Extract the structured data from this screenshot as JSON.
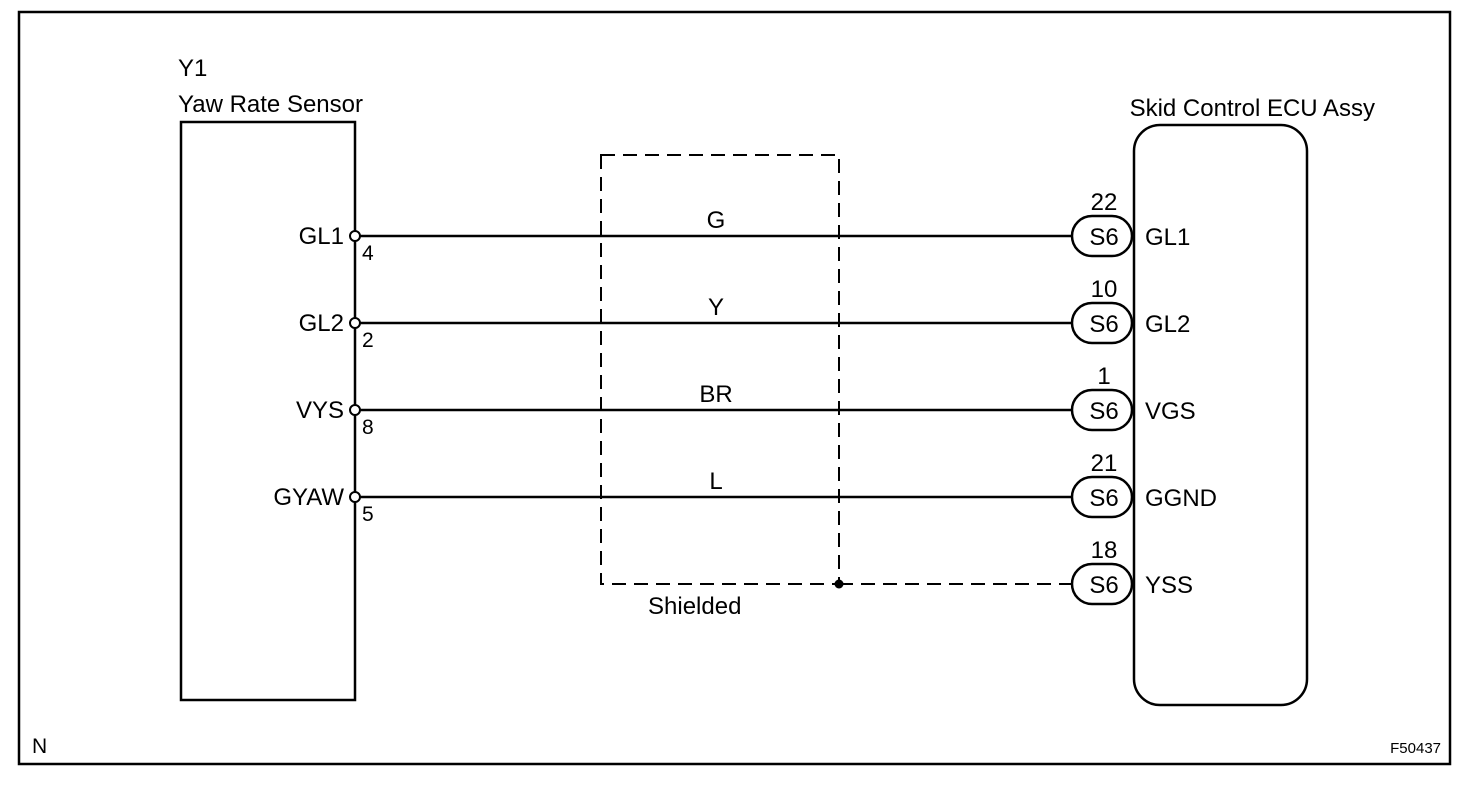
{
  "sensor": {
    "id": "Y1",
    "name": "Yaw Rate Sensor"
  },
  "ecu": {
    "name": "Skid Control ECU Assy"
  },
  "shield_label": "Shielded",
  "connector": "S6",
  "wires": [
    {
      "sensor_terminal": "GL1",
      "sensor_pin": "4",
      "color": "G",
      "ecu_pin": "22",
      "ecu_terminal": "GL1",
      "shielded_wire": true
    },
    {
      "sensor_terminal": "GL2",
      "sensor_pin": "2",
      "color": "Y",
      "ecu_pin": "10",
      "ecu_terminal": "GL2",
      "shielded_wire": true
    },
    {
      "sensor_terminal": "VYS",
      "sensor_pin": "8",
      "color": "BR",
      "ecu_pin": "1",
      "ecu_terminal": "VGS",
      "shielded_wire": true
    },
    {
      "sensor_terminal": "GYAW",
      "sensor_pin": "5",
      "color": "L",
      "ecu_pin": "21",
      "ecu_terminal": "GGND",
      "shielded_wire": true
    },
    {
      "sensor_terminal": "",
      "sensor_pin": "",
      "color": "",
      "ecu_pin": "18",
      "ecu_terminal": "YSS",
      "shielded_wire": false
    }
  ],
  "corner_mark": "N",
  "figure_code": "F50437"
}
